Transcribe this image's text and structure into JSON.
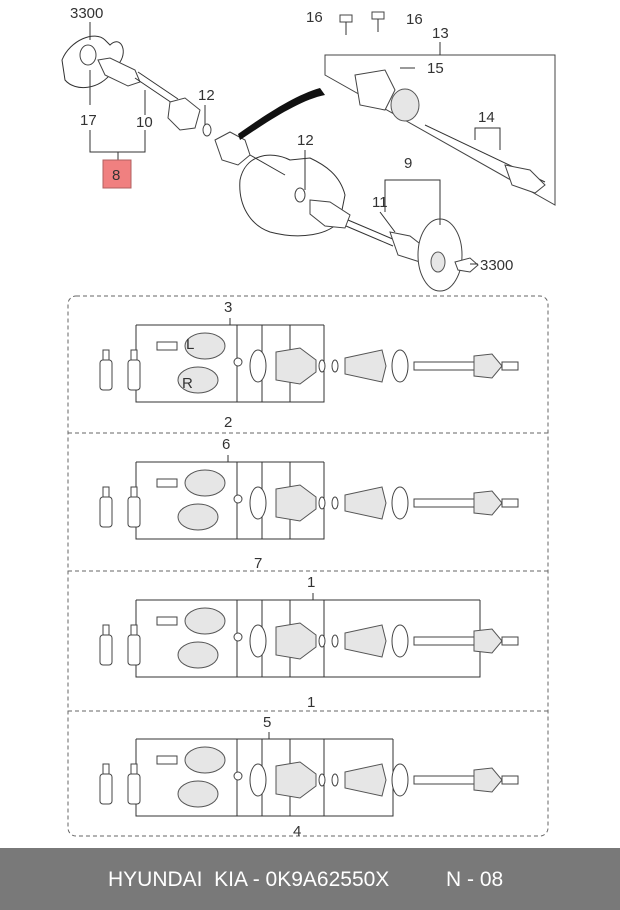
{
  "labels": {
    "ref_top": "3300",
    "ref_right": "3300",
    "n16a": "16",
    "n16b": "16",
    "n13": "13",
    "n15": "15",
    "n14": "14",
    "n12a": "12",
    "n12b": "12",
    "n17": "17",
    "n10": "10",
    "n8": "8",
    "n9": "9",
    "n11": "11",
    "p1_top": "3",
    "p1_bottom": "2",
    "p1_L": "L",
    "p1_R": "R",
    "p2_top": "6",
    "p2_bottom": "7",
    "p3_top": "1",
    "p3_bottom": "1",
    "p4_top": "5",
    "p4_bottom": "4"
  },
  "footer": {
    "brand": "HYUNDAI  KIA - 0K9A62550X",
    "page": "N - 08"
  },
  "colors": {
    "highlight": "#f08080",
    "footer_bg": "#797979",
    "footer_text": "#ffffff",
    "line": "#333333"
  }
}
